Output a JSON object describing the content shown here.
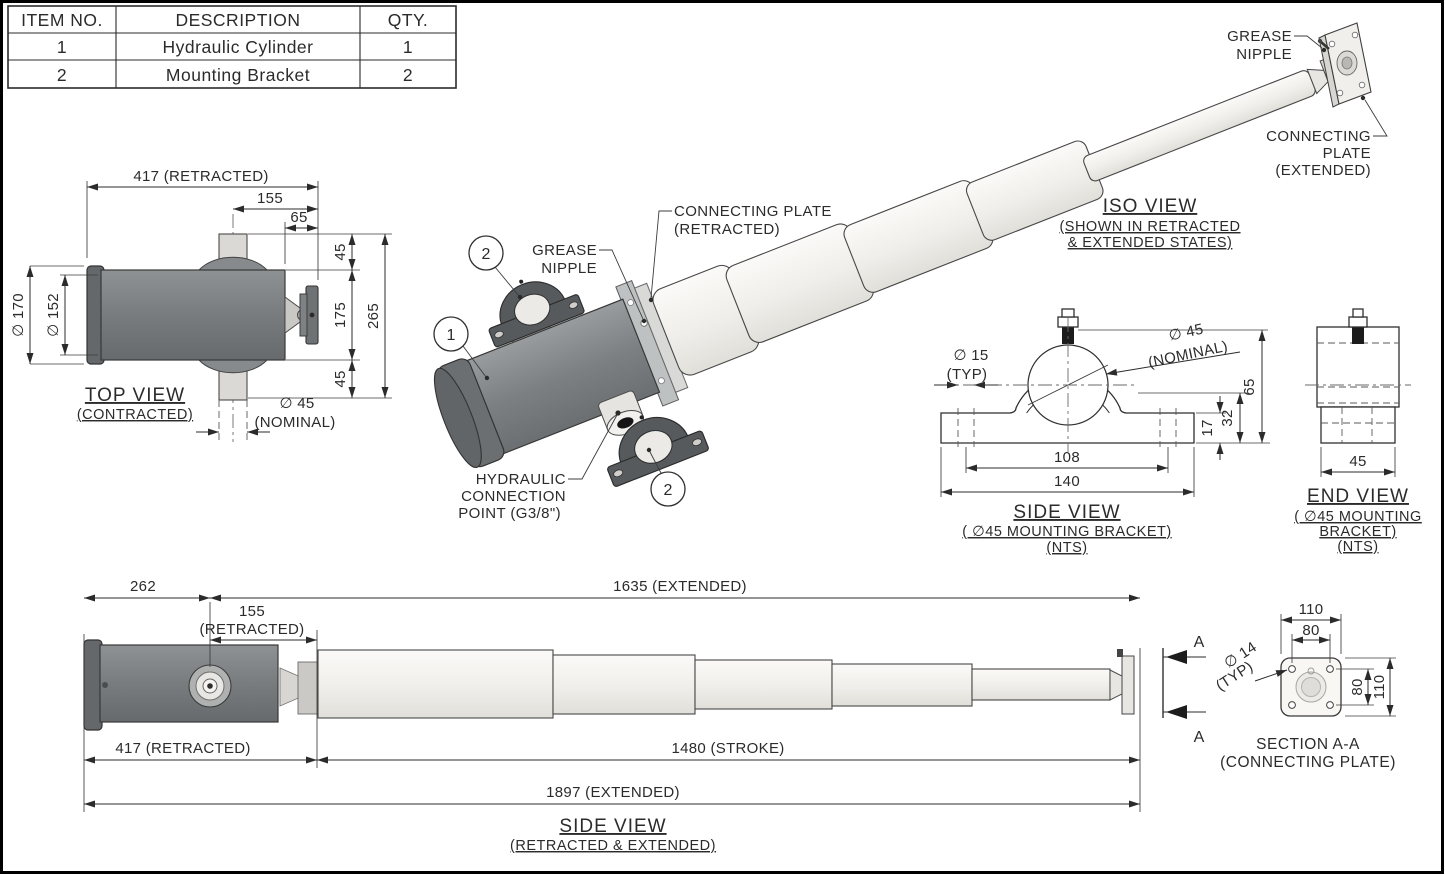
{
  "colors": {
    "line": "#2b2b2b",
    "cylinder_body": "#7b7f81",
    "cylinder_cap": "#65696b",
    "bracket": "#565a5d",
    "tube_light": "#f3f2ef",
    "ghost_plate": "#c0c2c3",
    "background": "#ffffff"
  },
  "parts_table": {
    "headers": [
      "ITEM NO.",
      "DESCRIPTION",
      "QTY."
    ],
    "rows": [
      {
        "item": "1",
        "description": "Hydraulic Cylinder",
        "qty": "1"
      },
      {
        "item": "2",
        "description": "Mounting Bracket",
        "qty": "2"
      }
    ]
  },
  "top_view": {
    "title": "TOP VIEW",
    "subtitle": "(CONTRACTED)",
    "dim_length": "417 (RETRACTED)",
    "dim_155": "155",
    "dim_65": "65",
    "dim_45_top": "45",
    "dim_175": "175",
    "dim_265": "265",
    "dim_45_bottom": "45",
    "dia_170": "∅ 170",
    "dia_152": "∅ 152",
    "dia_45": "∅ 45",
    "dia_45_note": "(NOMINAL)"
  },
  "iso_view": {
    "title": "ISO VIEW",
    "subtitle_line1": "(SHOWN IN RETRACTED",
    "subtitle_line2": "& EXTENDED STATES)",
    "grease_label_line1": "GREASE",
    "grease_label_line2": "NIPPLE",
    "connecting_plate_retracted_line1": "CONNECTING PLATE",
    "connecting_plate_retracted_line2": "(RETRACTED)",
    "connecting_plate_extended_line1": "CONNECTING",
    "connecting_plate_extended_line2": "PLATE",
    "connecting_plate_extended_line3": "(EXTENDED)",
    "hydraulic_line1": "HYDRAULIC",
    "hydraulic_line2": "CONNECTION",
    "hydraulic_line3": "POINT (G3/8\")",
    "balloon_1": "1",
    "balloon_2": "2"
  },
  "bracket_side_view": {
    "title": "SIDE VIEW",
    "subtitle_line1": "( ∅45 MOUNTING BRACKET)",
    "subtitle_line2": "(NTS)",
    "dia_15": "∅ 15",
    "typ": "(TYP)",
    "dia_45": "∅ 45",
    "nominal": "(NOMINAL)",
    "dim_65": "65",
    "dim_32": "32",
    "dim_17": "17",
    "dim_108": "108",
    "dim_140": "140"
  },
  "end_view": {
    "title": "END VIEW",
    "subtitle_line1": "( ∅45 MOUNTING",
    "subtitle_line2": "BRACKET)",
    "subtitle_line3": "(NTS)",
    "dim_45": "45"
  },
  "side_view": {
    "title": "SIDE VIEW",
    "subtitle": "(RETRACTED & EXTENDED)",
    "dim_262": "262",
    "dim_155": "155",
    "dim_155_note": "(RETRACTED)",
    "dim_1635": "1635 (EXTENDED)",
    "dim_417": "417 (RETRACTED)",
    "dim_1480": "1480 (STROKE)",
    "dim_1897": "1897 (EXTENDED)"
  },
  "section": {
    "marker": "A",
    "title": "SECTION A-A",
    "subtitle": "(CONNECTING PLATE)",
    "dim_110_top": "110",
    "dim_80_top": "80",
    "dim_80_right": "80",
    "dim_110_right": "110",
    "dia_14": "∅ 14",
    "typ": "(TYP)"
  }
}
